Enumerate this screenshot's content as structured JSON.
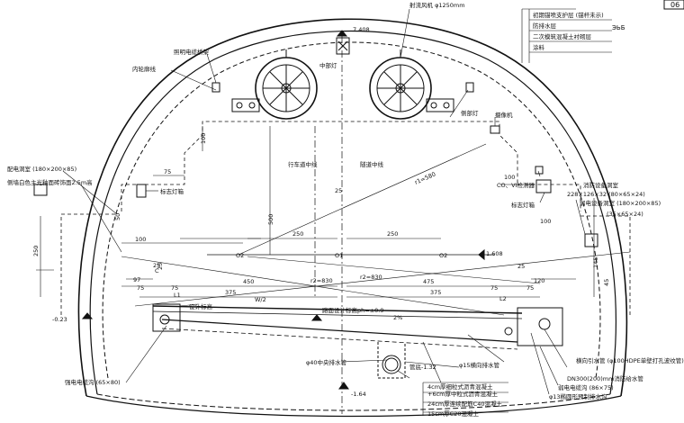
{
  "page": {
    "number": "06",
    "stamp": "ЭЬБ"
  },
  "annotations": {
    "fan": "射流风机 φ1250mm",
    "fan_height": "7.408",
    "center_lamp": "中部灯",
    "lighting_bracket": "照明电缆桥架",
    "rail_line": "内轮廓线",
    "side_lamp": "侧部灯",
    "camera": "摄像机",
    "lane_center": "行车道中线",
    "tunnel_center": "隧道中线",
    "co_detector": "CO、VI检测器",
    "sign_lamp_left": "标志灯箱",
    "sign_lamp_right": "标志灯箱",
    "distribution_cabinet": "配电洞室 (180×200×85)",
    "side_wall_paint": "侧墙白色主光釉面砖饰面2.5m高",
    "fire_cabinet": "消防设备洞室",
    "fire_cabinet_size": "228×126×32 (80×65×24)",
    "weak_cabinet": "弱电设备洞室 (180×200×85)",
    "weak_cabinet_size": "(35×65×24)",
    "pavement_elev": "路面设计标高ph=±0.9",
    "slope": "2%",
    "design_line": "设计标高",
    "center_drain": "φ40中央排水管",
    "drain_elev": "管底-1.32",
    "side_drain": "φ15横向排水管",
    "longitudinal_drain": "横向引水管 (φ100HDPE单壁打孔波纹管)",
    "fire_pipe": "DN300(200)mm消防给水管",
    "cable_trench": "弱电电缆沟 (86×75)",
    "round_ditch": "φ13椭圆形预制排水沟",
    "strong_cable": "强电电缆沟 (65×80)",
    "pavement_layers": [
      "4cm厚细粒式沥青混凝土",
      "+6cm厚中粒式沥青混凝土",
      "24cm厚连续配筋C40混凝土",
      "15cm厚C20混凝土"
    ],
    "lining_layers": [
      "初期锚喷支护层 (锚杆未示)",
      "防排水层",
      "二次模筑混凝土衬砌层",
      "涂料"
    ],
    "radius1": "r1=580",
    "radius2": "r2=830",
    "radius3": "r2=830",
    "elev_left": "-0.23",
    "elev_bottom": "-1.64",
    "elev_right": "1.608",
    "o1": "O1",
    "o2l": "O2",
    "o2r": "O2",
    "w2": "W/2",
    "c": "C",
    "l1": "L1",
    "l2": "L2",
    "dim_100a": "100",
    "dim_100b": "100",
    "dim_100c": "100",
    "dim_100d": "100",
    "dim_75a": "75",
    "dim_75b": "75",
    "dim_75c": "75",
    "dim_75d": "75",
    "dim_75e": "75",
    "dim_25a": "25",
    "dim_25b": "25",
    "dim_25c": "25",
    "dim_250a": "250",
    "dim_250b": "250",
    "dim_500": "500",
    "dim_450": "450",
    "dim_475": "475",
    "dim_375a": "375",
    "dim_375b": "375",
    "dim_97": "97",
    "dim_120": "120",
    "dim_250v": "250",
    "dim_50": "50",
    "dim_45": "45",
    "dim_145": "145",
    "dim_25v": "25"
  }
}
